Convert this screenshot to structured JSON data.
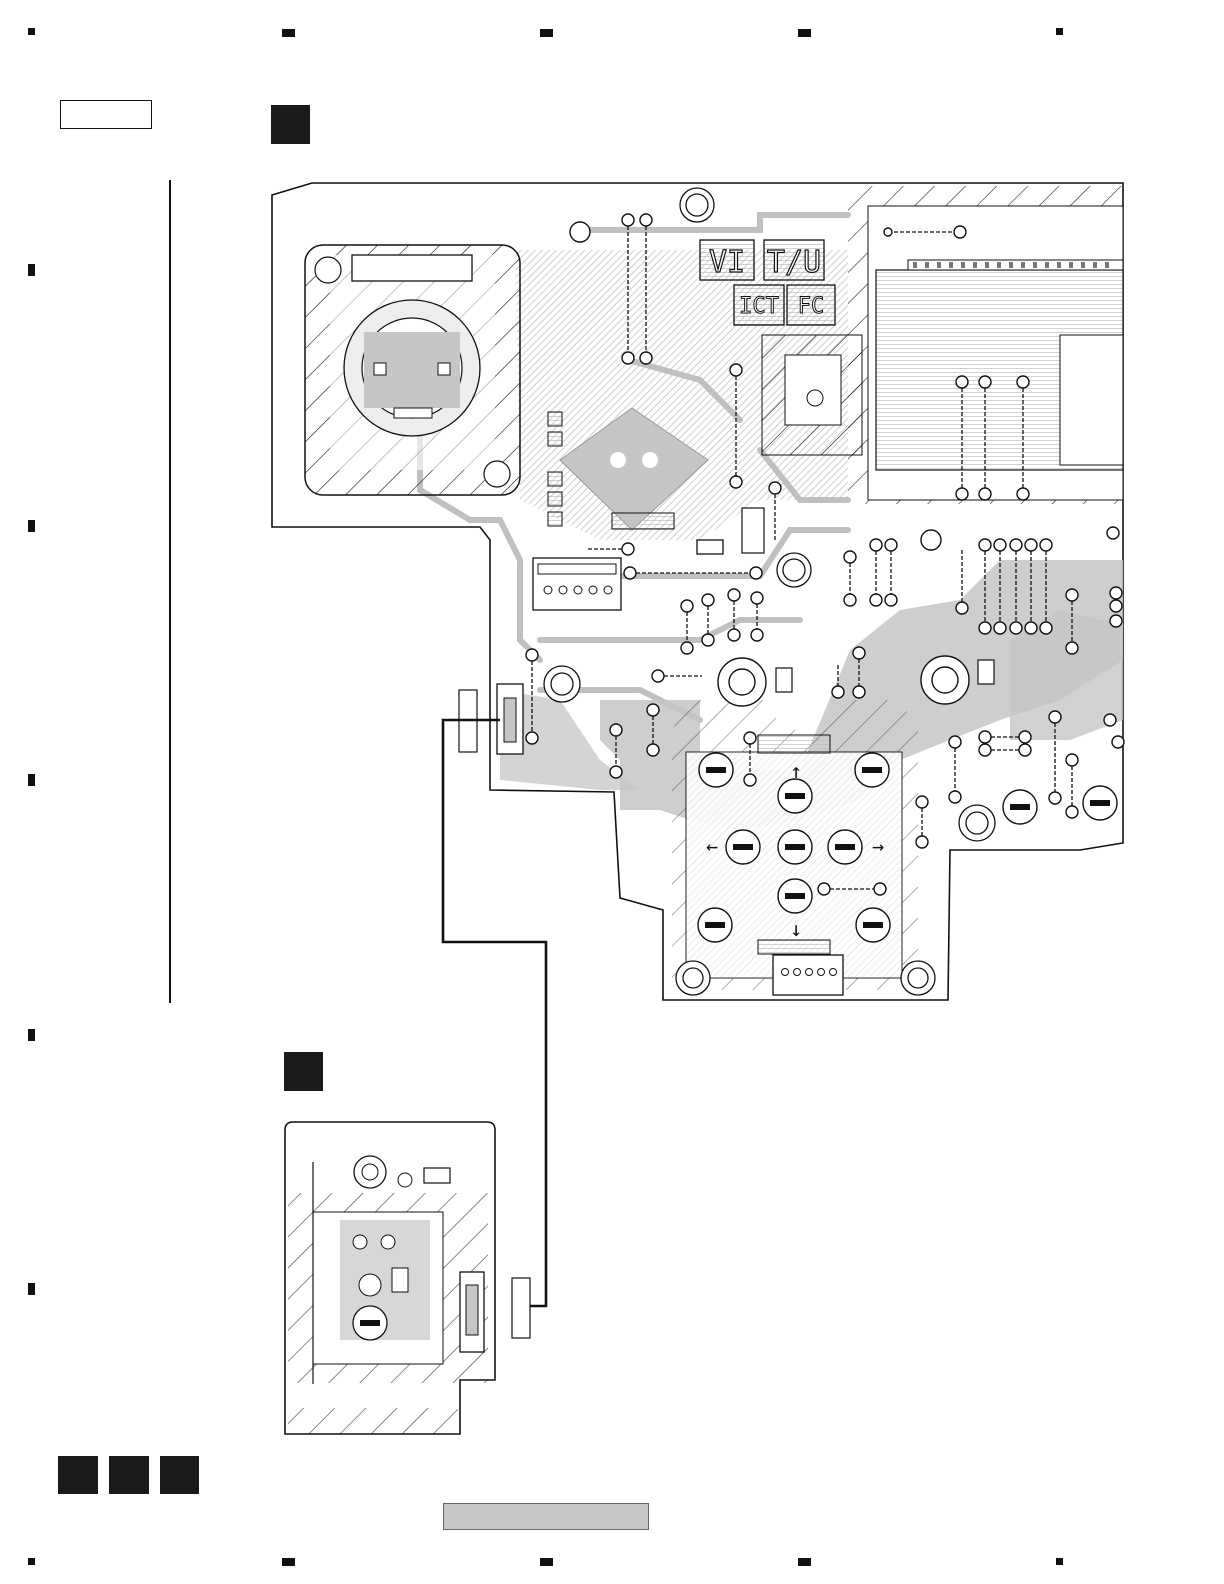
{
  "board_labels": {
    "vi": "VI",
    "tu": "T/U",
    "ict": "ICT",
    "fc": "FC"
  },
  "colors": {
    "trace": "#c0c0c0",
    "line": "#111111",
    "marker": "#1a1a1a",
    "footer_bar": "#c8c8c8"
  },
  "icons": {
    "arrow_up": "↑",
    "arrow_down": "↓",
    "arrow_left": "←",
    "arrow_right": "→"
  }
}
